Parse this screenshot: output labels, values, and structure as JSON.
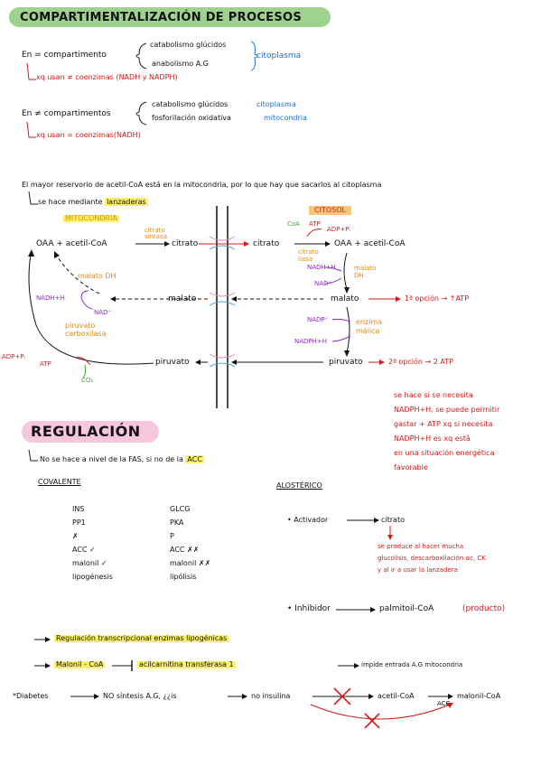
{
  "header": {
    "title": "COMPARTIMENTALIZACIÓN DE PROCESOS"
  },
  "section1": {
    "same_label": "En  = compartimento",
    "branch_top": "catabolismo glúcidos",
    "branch_bottom": "anabolismo A.G",
    "location": "citoplasma",
    "note": "xq usan ≠ coenzimas (NADH y NADPH)"
  },
  "section2": {
    "diff_label": "En ≠ compartimentos",
    "branch_top": "catabolismo glúcidos",
    "branch_top_loc": "citoplasma",
    "branch_bottom": "fosforilación oxidativa",
    "branch_bottom_loc": "mitocondria",
    "note": "xq usan = coenzimas(NADH)"
  },
  "shuttle": {
    "intro": "El mayor reservorio de acetil-CoA está en la mitocondria, por lo que hay que sacarlos al citoplasma",
    "intro2_prefix": "se hace mediante",
    "intro2_hl": "lanzaderas",
    "mito_label": "MITOCONDRIA",
    "cyto_label": "CITOSOL",
    "mito": {
      "oaa": "OAA + acetil-CoA",
      "citrato": "citrato",
      "enzyme_cs": "citrato sintasa",
      "malato_dh": "malato DH",
      "nadh": "NADH+H",
      "nad": "NAD⁺",
      "malato": "malato",
      "pc": "piruvato carboxilasa",
      "adp": "ADP+Pᵢ",
      "atp": "ATP",
      "co2": "CO₂",
      "piruvato": "piruvato"
    },
    "cyto": {
      "citrato": "citrato",
      "coa": "CoA",
      "atp": "ATP",
      "adp": "ADP+Pᵢ",
      "enzyme_lyase": "citrato liasa",
      "oaa": "OAA + acetil-CoA",
      "nadh": "NADH+H",
      "nad": "NAD⁺",
      "malato_dh": "malato DH",
      "malato": "malato",
      "option1": "1ª opción → ↑ATP",
      "nadp": "NADP⁺",
      "nadph": "NADPH+H",
      "malic": "enzima málica",
      "piruvato": "piruvato",
      "option2": "2ª opción → 2 ATP",
      "note": [
        "se hace si se necesita",
        "NADPH+H, se puede permitir",
        "gastar + ATP xq si necesita",
        "NADPH+H es xq está",
        "en una situación energética",
        "favorable"
      ]
    }
  },
  "regulacion": {
    "title": "REGULACIÓN",
    "intro_prefix": "No se hace a nivel de la FAS, si no de la",
    "intro_hl": "ACC",
    "covalente": {
      "title": "COVALENTE",
      "col1": [
        "INS",
        "PP1",
        "",
        "ACC ✓",
        "malonil ✓",
        "lipogénesis"
      ],
      "col2": [
        "GLCG",
        "PKA",
        "P",
        "ACC ✗✗",
        "malonil ✗✗",
        "lipólisis"
      ]
    },
    "alosterico": {
      "title": "ALOSTÉRICO",
      "activator_label": "• Activador",
      "activator": "citrato",
      "activator_note": [
        "se produce al hacer mucha",
        "glucólisis, descarboxilación αc, CK",
        "y al ir a usar la lanzadera"
      ],
      "inhibitor_label": "• Inhibidor",
      "inhibitor": "palmitoil-CoA",
      "inhibitor_note": "(producto)"
    },
    "transcriptional": "Regulación transcripcional enzimas lipogénicas",
    "malonil_prefix": "Malonil - CoA",
    "malonil_target": "acilcarnitina transferasa 1",
    "malonil_effect": "impide entrada A.G mitocondria",
    "diabetes": {
      "label": "*Diabetes",
      "step1": "NO síntesis A.G, ¿¿is",
      "step2": "no insulina",
      "acetil": "acetil-CoA",
      "acc": "ACC",
      "malonil": "malonil-CoA"
    }
  }
}
